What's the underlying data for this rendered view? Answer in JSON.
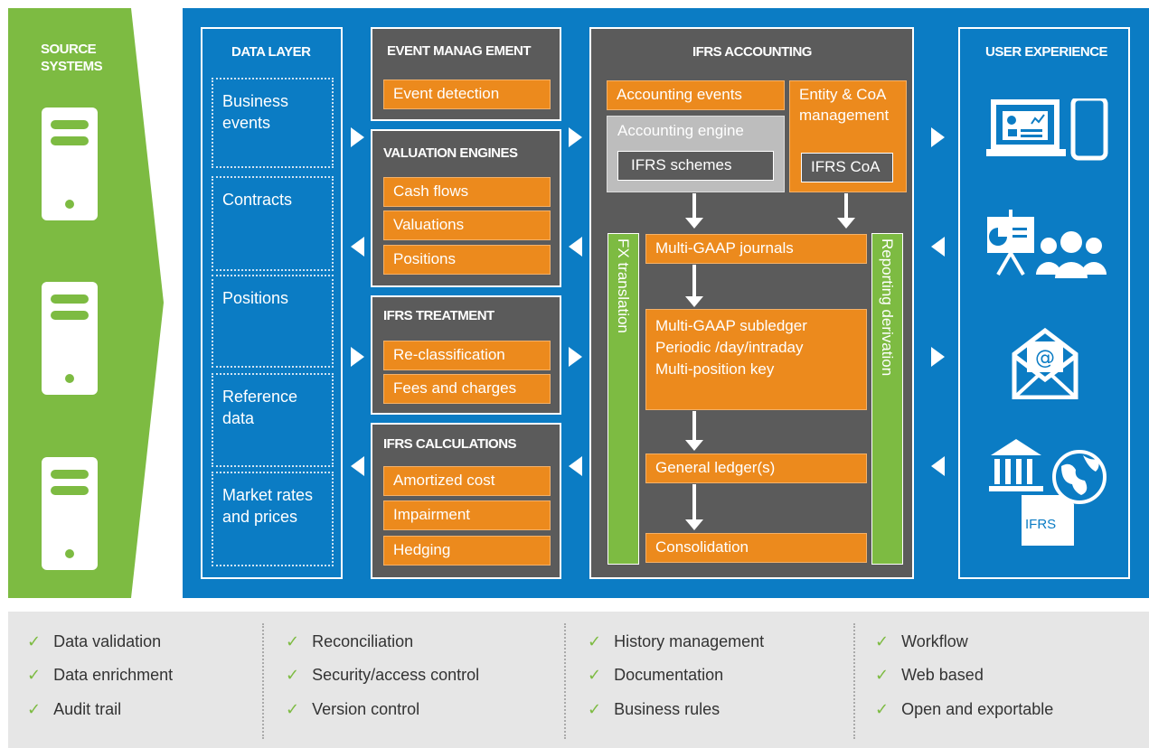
{
  "source_systems": {
    "title_line1": "SOURCE",
    "title_line2": "SYSTEMS"
  },
  "data_layer": {
    "title": "DATA LAYER",
    "items": [
      {
        "line1": "Business",
        "line2": "events"
      },
      {
        "line1": "Contracts",
        "line2": ""
      },
      {
        "line1": "Positions",
        "line2": ""
      },
      {
        "line1": "Reference",
        "line2": "data"
      },
      {
        "line1": "Market rates",
        "line2": "and prices"
      }
    ]
  },
  "event_management": {
    "title": "EVENT MANAG EMENT",
    "items": [
      "Event detection"
    ]
  },
  "valuation_engines": {
    "title": "VALUATION ENGINES",
    "items": [
      "Cash flows",
      "Valuations",
      "Positions"
    ]
  },
  "ifrs_treatment": {
    "title": "IFRS TREATMENT",
    "items": [
      "Re-classification",
      "Fees and charges"
    ]
  },
  "ifrs_calculations": {
    "title": "IFRS CALCULATIONS",
    "items": [
      "Amortized cost",
      "Impairment",
      "Hedging"
    ]
  },
  "ifrs_accounting": {
    "title": "IFRS ACCOUNTING",
    "accounting_events": "Accounting events",
    "entity_coa_line1": "Entity & CoA",
    "entity_coa_line2": "management",
    "accounting_engine": "Accounting engine",
    "ifrs_schemes": "IFRS schemes",
    "ifrs_coa": "IFRS CoA",
    "fx_translation": "FX translation",
    "reporting_derivation": "Reporting derivation",
    "multi_gaap_journals": "Multi-GAAP journals",
    "subledger_line1": "Multi-GAAP subledger",
    "subledger_line2": "Periodic /day/intraday",
    "subledger_line3": "Multi-position key",
    "general_ledger": "General ledger(s)",
    "consolidation": "Consolidation"
  },
  "user_experience": {
    "title": "USER EXPERIENCE",
    "ifrs_doc_label": "IFRS"
  },
  "features": {
    "col1": [
      "Data validation",
      "Data enrichment",
      "Audit trail"
    ],
    "col2": [
      "Reconciliation",
      "Security/access control",
      "Version control"
    ],
    "col3": [
      "History management",
      "Documentation",
      "Business rules"
    ],
    "col4": [
      "Workflow",
      "Web based",
      "Open and exportable"
    ],
    "check": "✓"
  }
}
